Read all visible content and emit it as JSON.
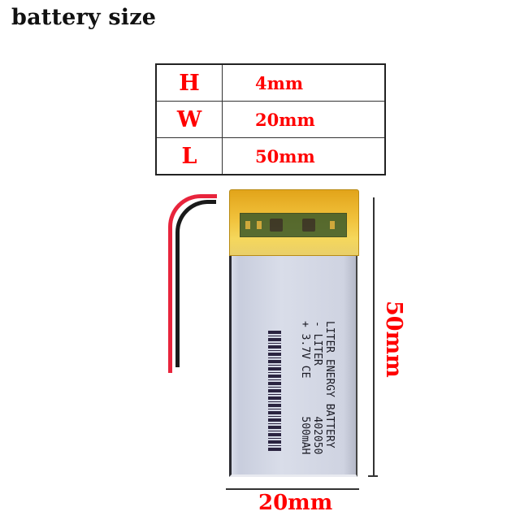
{
  "title": "battery size",
  "dimensions_table": {
    "rows": [
      {
        "key": "H",
        "value": "4mm"
      },
      {
        "key": "W",
        "value": "20mm"
      },
      {
        "key": "L",
        "value": "50mm"
      }
    ]
  },
  "battery": {
    "label_lines": [
      "LITER ENERGY BATTERY",
      "- LITER        402050",
      "+ 3.7V CE      500mAH"
    ],
    "wire_colors": {
      "positive": "#e8243c",
      "negative": "#1a1a1a"
    },
    "tape_color": "#f1c23c"
  },
  "annotations": {
    "length_label": "50mm",
    "width_label": "20mm"
  },
  "colors": {
    "accent": "#ff0000",
    "border": "#333333"
  }
}
